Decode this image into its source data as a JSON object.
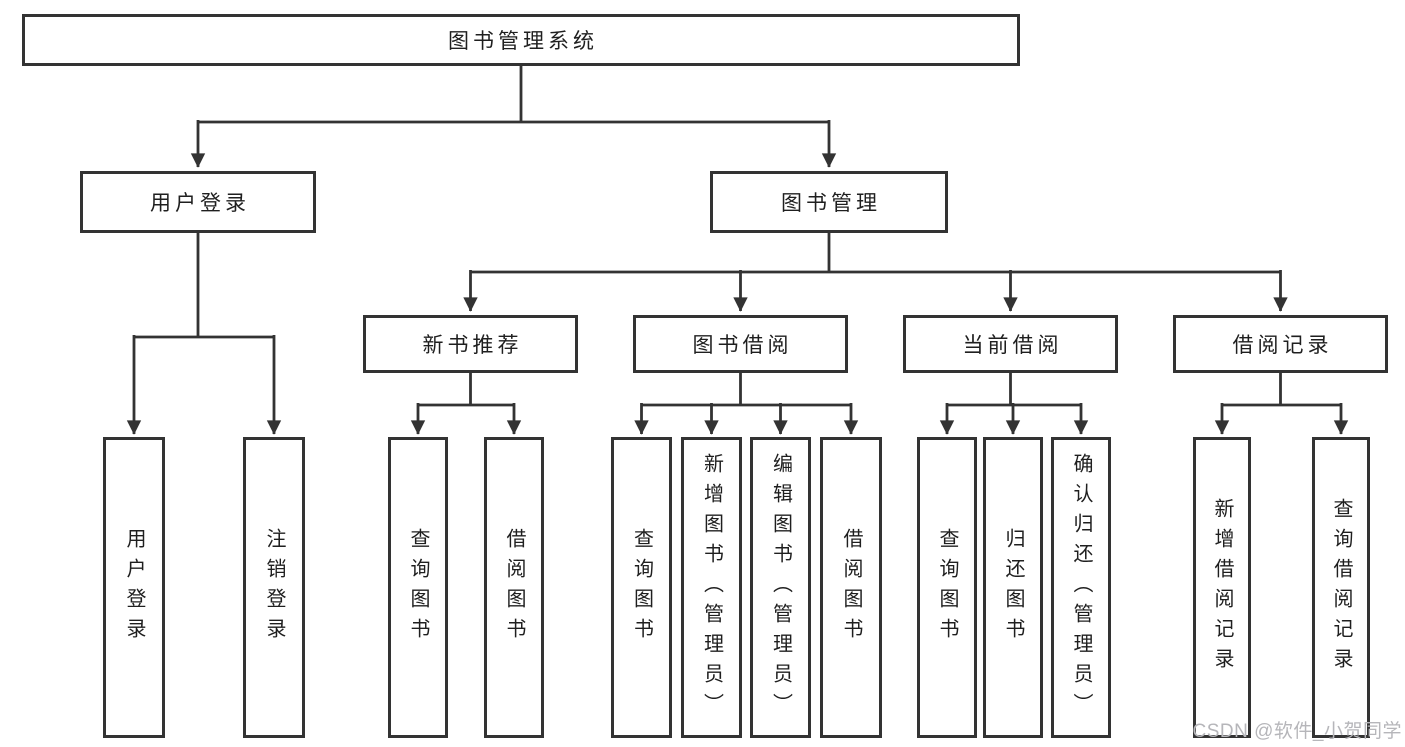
{
  "diagram": {
    "tree": {
      "root": "图书管理系统",
      "branches": [
        {
          "label": "用户登录",
          "children": [
            "用户登录",
            "注销登录"
          ]
        },
        {
          "label": "图书管理",
          "children": [
            {
              "label": "新书推荐",
              "children": [
                "查询图书",
                "借阅图书"
              ]
            },
            {
              "label": "图书借阅",
              "children": [
                "查询图书",
                "新增图书（管理员）",
                "编辑图书（管理员）",
                "借阅图书"
              ]
            },
            {
              "label": "当前借阅",
              "children": [
                "查询图书",
                "归还图书",
                "确认归还（管理员）"
              ]
            },
            {
              "label": "借阅记录",
              "children": [
                "新增借阅记录",
                "查询借阅记录"
              ]
            }
          ]
        }
      ]
    }
  },
  "watermark": {
    "text": "CSDN @软件_小贺同学"
  },
  "colors": {
    "line": "#333333",
    "text": "#1f1f1f",
    "watermark": "#b6b6ba",
    "background": "#ffffff"
  }
}
